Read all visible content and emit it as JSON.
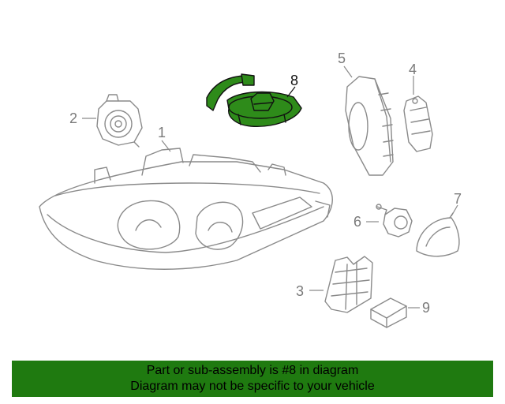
{
  "callouts": {
    "c1": "1",
    "c2": "2",
    "c3": "3",
    "c4": "4",
    "c5": "5",
    "c6": "6",
    "c7": "7",
    "c8": "8",
    "c9": "9"
  },
  "highlighted_part": "8",
  "colors": {
    "banner_bg": "#1f7a10",
    "highlight_fill": "#2e8b1a",
    "part_stroke": "#8a8a8a"
  },
  "banner": {
    "line1": "Part or sub-assembly is #8 in diagram",
    "line2": "Diagram may not be specific to your vehicle"
  }
}
